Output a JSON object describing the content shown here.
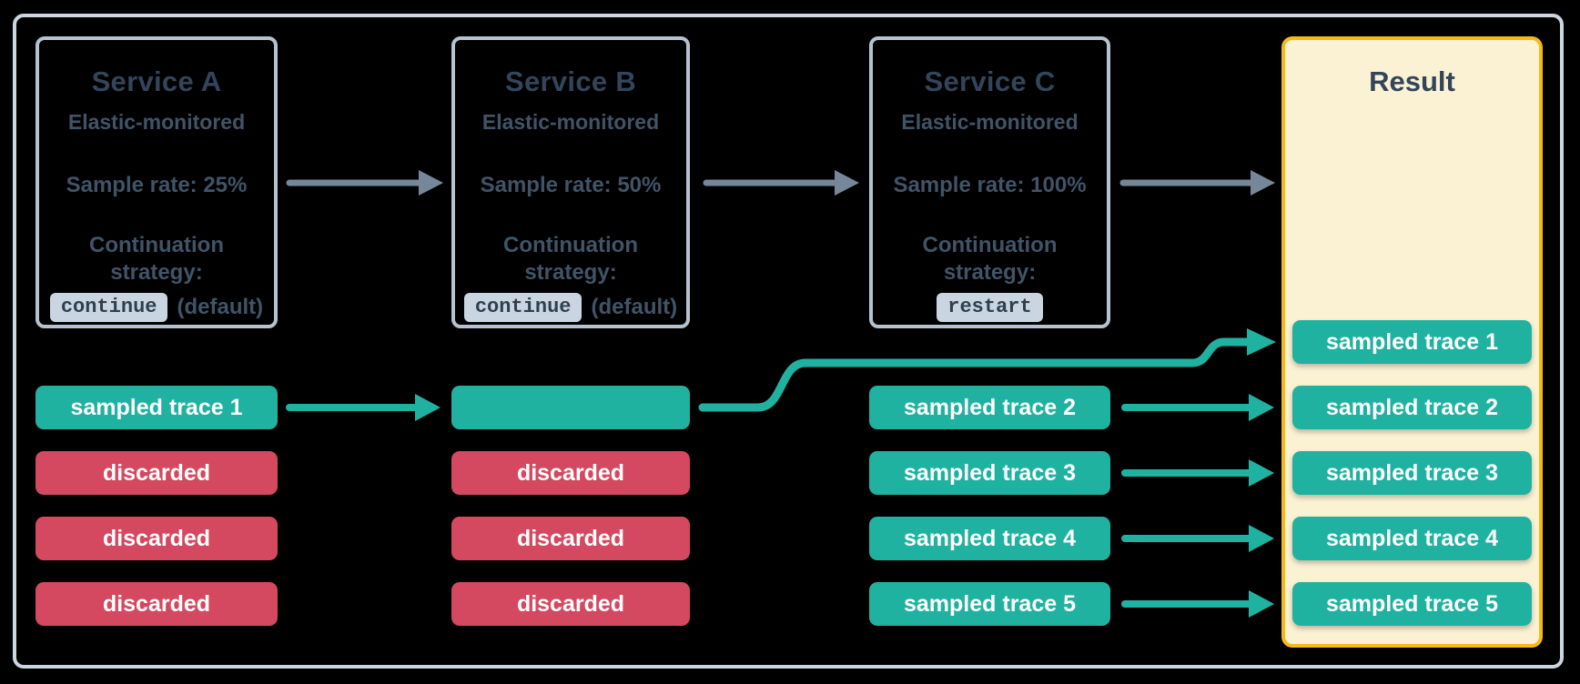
{
  "colors": {
    "bg": "#000000",
    "teal": "#20b2a1",
    "red": "#d4495f",
    "navy": "#32455a",
    "body": "#405468",
    "arrow-gray": "#76879a",
    "box-border": "#b5c2cf",
    "outer-border": "#ccd6e0",
    "badge-bg": "#c9d5e1",
    "badge-text": "#2f3f4e",
    "result-fill": "#fbf1d3",
    "result-border": "#f5ba16",
    "trace-text": "#ffffff"
  },
  "services": [
    {
      "title": "Service A",
      "subtitle": "Elastic-monitored",
      "sample_rate": "Sample rate: 25%",
      "continuation_label": "Continuation strategy:",
      "strategy": "continue",
      "strategy_note": "(default)"
    },
    {
      "title": "Service B",
      "subtitle": "Elastic-monitored",
      "sample_rate": "Sample rate: 50%",
      "continuation_label": "Continuation strategy:",
      "strategy": "continue",
      "strategy_note": "(default)"
    },
    {
      "title": "Service C",
      "subtitle": "Elastic-monitored",
      "sample_rate": "Sample rate: 100%",
      "continuation_label": "Continuation strategy:",
      "strategy": "restart",
      "strategy_note": ""
    }
  ],
  "trace_columns": {
    "a": [
      {
        "label": "sampled trace 1",
        "kind": "sampled"
      },
      {
        "label": "discarded",
        "kind": "discarded"
      },
      {
        "label": "discarded",
        "kind": "discarded"
      },
      {
        "label": "discarded",
        "kind": "discarded"
      }
    ],
    "b": [
      {
        "label": "",
        "kind": "sampled"
      },
      {
        "label": "discarded",
        "kind": "discarded"
      },
      {
        "label": "discarded",
        "kind": "discarded"
      },
      {
        "label": "discarded",
        "kind": "discarded"
      }
    ],
    "c": [
      {
        "label": "sampled trace 2",
        "kind": "sampled"
      },
      {
        "label": "sampled trace 3",
        "kind": "sampled"
      },
      {
        "label": "sampled trace 4",
        "kind": "sampled"
      },
      {
        "label": "sampled trace 5",
        "kind": "sampled"
      }
    ]
  },
  "result": {
    "title": "Result",
    "traces": [
      "sampled trace 1",
      "sampled trace 2",
      "sampled trace 3",
      "sampled trace 4",
      "sampled trace 5"
    ]
  }
}
